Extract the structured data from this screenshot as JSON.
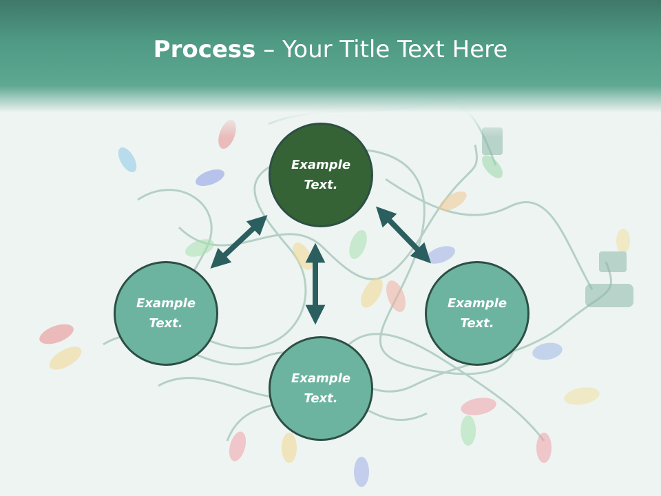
{
  "title": {
    "bold": "Process",
    "dash": " – ",
    "rest": "Your Title Text Here"
  },
  "nodes": {
    "top": {
      "line1": "Example",
      "line2": "Text."
    },
    "left": {
      "line1": "Example",
      "line2": "Text."
    },
    "right": {
      "line1": "Example",
      "line2": "Text."
    },
    "bottom": {
      "line1": "Example",
      "line2": "Text."
    }
  },
  "colors": {
    "header": "#4f9a84",
    "center_node": "#356335",
    "outer_node": "#6db4a0",
    "arrow": "#2b5f5f",
    "node_border": "#2c4f45"
  }
}
